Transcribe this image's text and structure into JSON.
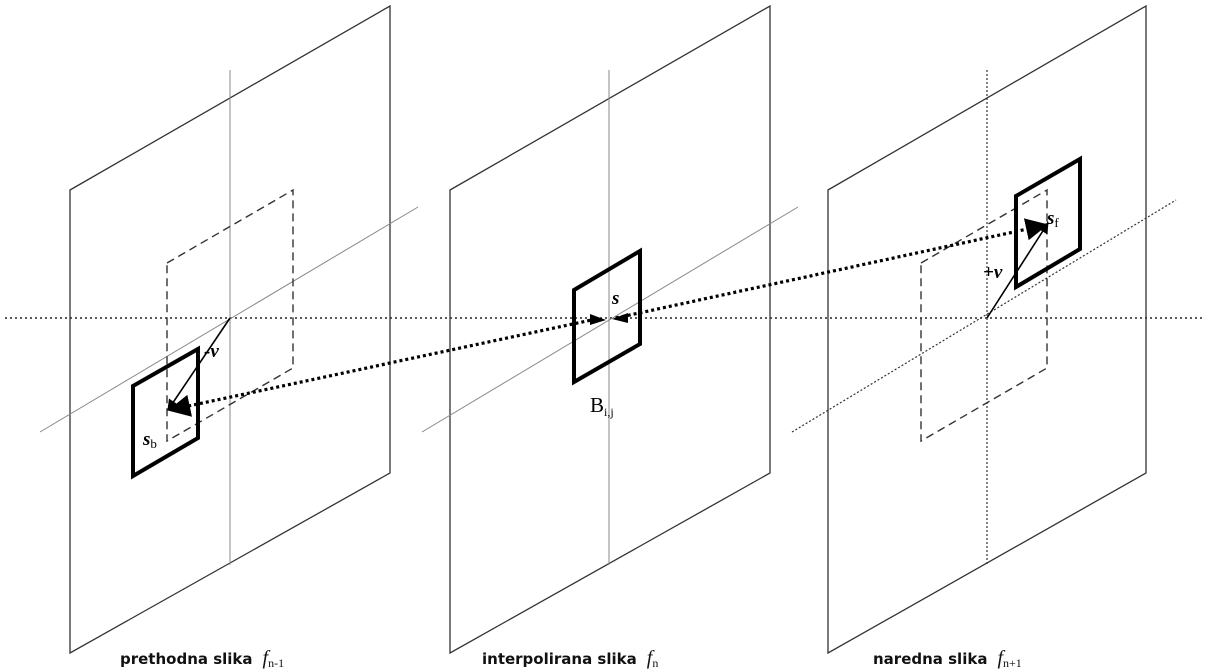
{
  "frames": [
    {
      "id": "previous",
      "caption": "prethodna slika",
      "symbol": "f",
      "subscript": "n-1",
      "block_label": "s",
      "block_label_sub": "b",
      "vector_label": "-v"
    },
    {
      "id": "interpolated",
      "caption": "interpolirana slika",
      "symbol": "f",
      "subscript": "n",
      "block_label": "s",
      "block_name": "B",
      "block_name_sub": "i,j"
    },
    {
      "id": "next",
      "caption": "naredna slika",
      "symbol": "f",
      "subscript": "n+1",
      "block_label": "s",
      "block_label_sub": "f",
      "vector_label": "+v"
    }
  ]
}
